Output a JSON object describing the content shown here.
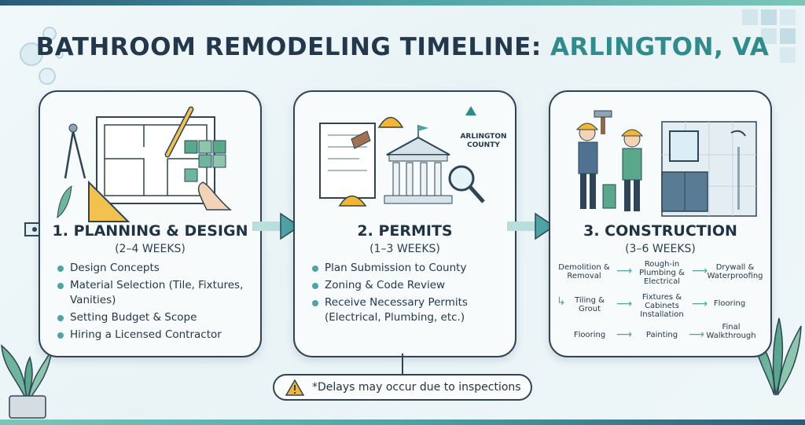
{
  "title": {
    "part1": "BATHROOM REMODELING TIMELINE:",
    "part2": "ARLINGTON, VA"
  },
  "colors": {
    "primary": "#23384c",
    "accent": "#2f8c8c",
    "arrow": "#4fa3a5"
  },
  "phases": [
    {
      "title": "1. PLANNING & DESIGN",
      "duration": "(2–4 WEEKS)",
      "items": [
        "Design Concepts",
        "Material Selection (Tile, Fixtures, Vanities)",
        "Setting Budget & Scope",
        "Hiring a Licensed Contractor"
      ]
    },
    {
      "title": "2. PERMITS",
      "duration": "(1–3 WEEKS)",
      "items": [
        "Plan Submission to County",
        "Zoning & Code Review",
        "Receive Necessary Permits (Electrical, Plumbing, etc.)"
      ],
      "logo": {
        "line1": "ARLINGTON",
        "line2": "COUNTY"
      }
    },
    {
      "title": "3. CONSTRUCTION",
      "duration": "(3–6 WEEKS)",
      "steps": [
        "Demolition & Removal",
        "Rough-in Plumbing & Electrical",
        "Drywall & Waterproofing",
        "Tiling & Grout",
        "Fixtures & Cabinets Installation",
        "Flooring",
        "Flooring",
        "Painting",
        "Final Walkthrough"
      ]
    }
  ],
  "note": {
    "text": "*Delays may occur due to inspections",
    "icon": "warning-icon"
  }
}
